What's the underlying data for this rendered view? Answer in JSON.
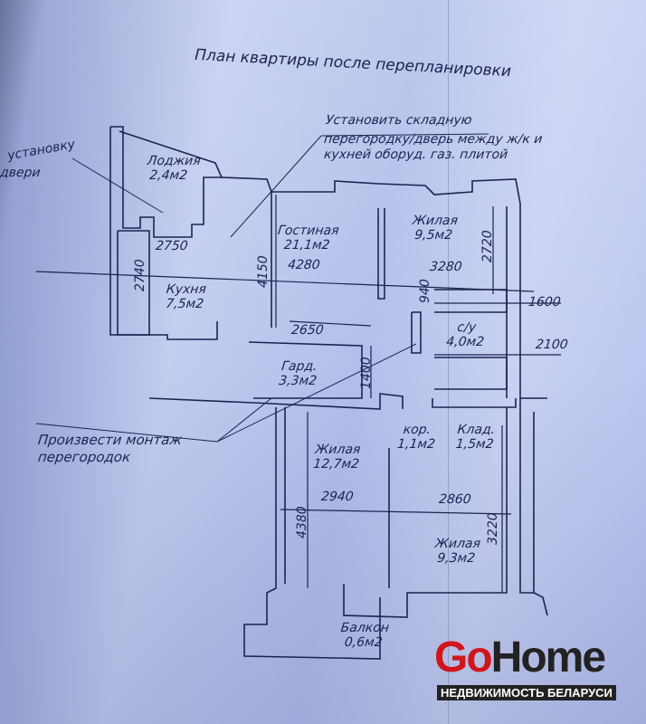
{
  "title": "План квартиры после перепланировки",
  "notes": {
    "fold_door": [
      "Установить складную",
      "перегородку/дверь между ж/к и",
      "кухней оборуд. газ. плитой"
    ],
    "left_cut": [
      "установку",
      "двери"
    ],
    "partitions": [
      "Произвести монтаж",
      "перегородок"
    ]
  },
  "rooms": {
    "loggia": {
      "name": "Лоджия",
      "area": "2,4м2"
    },
    "living": {
      "name": "Гостиная",
      "area": "21,1м2"
    },
    "bedroom1": {
      "name": "Жилая",
      "area": "9,5м2"
    },
    "kitchen": {
      "name": "Кухня",
      "area": "7,5м2"
    },
    "bathroom": {
      "name": "с/у",
      "area": "4,0м2"
    },
    "wardrobe": {
      "name": "Гард.",
      "area": "3,3м2"
    },
    "corridor": {
      "name": "кор.",
      "area": "1,1м2"
    },
    "storage": {
      "name": "Клад.",
      "area": "1,5м2"
    },
    "bedroom2": {
      "name": "Жилая",
      "area": "12,7м2"
    },
    "bedroom3": {
      "name": "Жилая",
      "area": "9,3м2"
    },
    "balcony": {
      "name": "Балкон",
      "area": "0,6м2"
    }
  },
  "dimensions": {
    "d2750": "2750",
    "d2740": "2740",
    "d4150": "4150",
    "d4280": "4280",
    "d3280": "3280",
    "d2720": "2720",
    "d940": "940",
    "d1600": "1600",
    "d2100": "2100",
    "d2650": "2650",
    "d1400": "1400",
    "d4380": "4380",
    "d2940": "2940",
    "d2860": "2860",
    "d3220": "3220"
  },
  "logo": {
    "go": "Go",
    "home": "Home",
    "subtitle": "НЕДВИЖИМОСТЬ БЕЛАРУСИ"
  }
}
